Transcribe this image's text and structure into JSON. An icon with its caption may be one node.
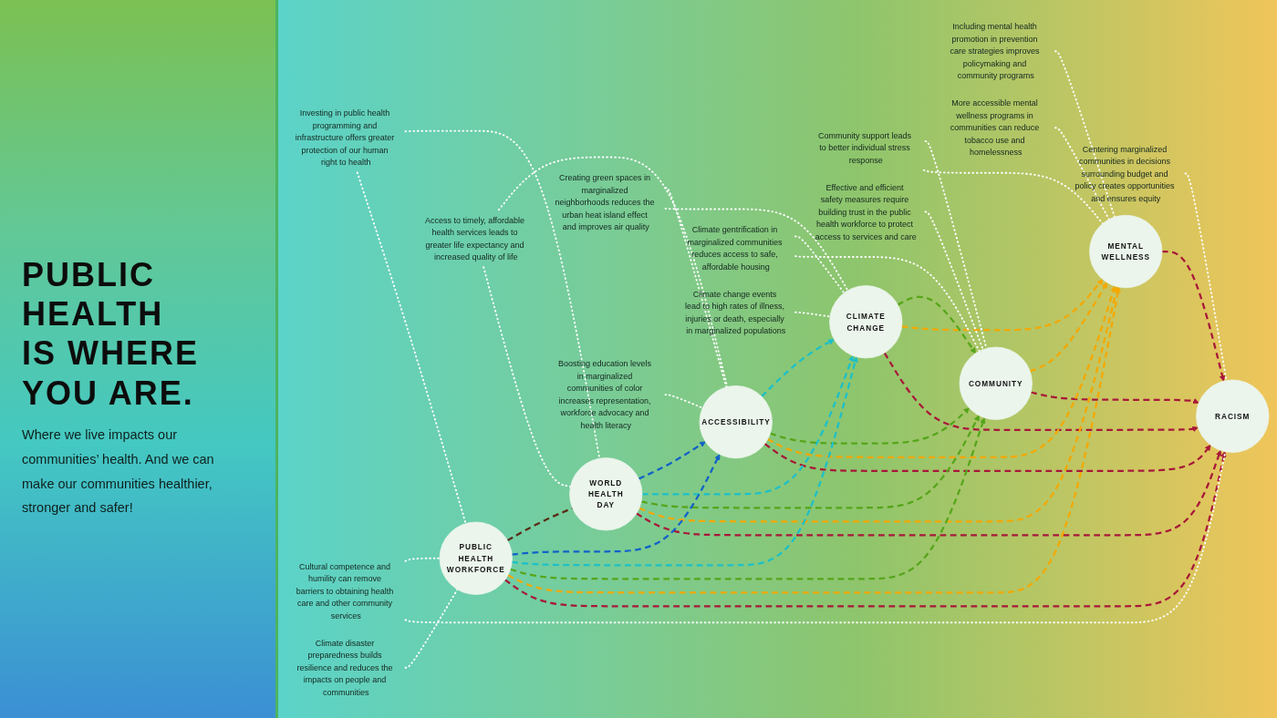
{
  "diagram": {
    "title": "PUBLIC HEALTH IS WHERE YOU ARE.",
    "nodes": [
      {
        "text": [
          "Centering marginalized communities in decisions surrounding budget and policy creates opportunities and ensures equity"
        ]
      },
      {
        "text": [
          "Including mental health promotion in prevention care strategies improves policymaking and community programs"
        ]
      },
      {
        "text": [
          "Cultural competence and humility can remove barriers to obtaining health care and other community services"
        ]
      },
      {
        "text": [
          "RACISM"
        ]
      },
      {
        "text": [
          "More accessible mental wellness programs in communities can reduce tobacco use and homelessness"
        ]
      },
      {
        "text": [
          "Climate disaster preparedness builds resilience and reduces the impacts on people and communities"
        ]
      },
      {
        "text": [
          "MENTAL WELLNESS"
        ]
      },
      {
        "text": [
          "PUBLIC HEALTH WORKFORCE"
        ]
      },
      {
        "text": [
          "Community support leads to better individual stress response"
        ]
      },
      {
        "text": [
          "Investing in public health programming and infrastructure offers greater protection of our human right to health"
        ]
      },
      {
        "text": [
          "COMMUNITY"
        ]
      },
      {
        "text": [
          "WORLD HEALTH DAY"
        ]
      },
      {
        "text": [
          "Effective and efficient safety measures require building trust in the public health workforce to protect access to services and care"
        ]
      },
      {
        "text": [
          "Access to timely, affordable health services leads to greater life expectancy and increased quality of life"
        ]
      },
      {
        "text": [
          "CLIMATE CHANGE"
        ]
      },
      {
        "text": [
          "ACCESSIBILITY"
        ]
      },
      {
        "text": [
          "Climate gentrification in marginalized communities reduces access to safe, affordable housing"
        ]
      },
      {
        "text": [
          "Climate change events lead to high rates of illness, injuries or death, especially in marginalized populations"
        ]
      },
      {
        "text": [
          "Creating green spaces in marginalized neighborhoods reduces the urban heat island effect and improves air quality"
        ]
      },
      {
        "text": [
          "Boosting education levels in marginalized communities of color increases representation, workforce advocacy and health literacy"
        ]
      }
    ],
    "edges": [
      {
        "from": 6,
        "to": 3,
        "arrow": "to",
        "style": "dashed",
        "color": "#a8173a"
      },
      {
        "from": 7,
        "to": 3,
        "arrow": "to",
        "style": "dashed",
        "color": "#a8173a"
      },
      {
        "from": 10,
        "to": 3,
        "arrow": "to",
        "style": "dashed",
        "color": "#a8173a"
      },
      {
        "from": 11,
        "to": 3,
        "arrow": "to",
        "style": "dashed",
        "color": "#a8173a"
      },
      {
        "from": 14,
        "to": 3,
        "arrow": "to",
        "style": "dashed",
        "color": "#a8173a"
      },
      {
        "from": 15,
        "to": 3,
        "arrow": "to",
        "style": "dashed",
        "color": "#a8173a"
      },
      {
        "from": 7,
        "to": 6,
        "arrow": "to",
        "style": "dashed",
        "color": "#f4a800"
      },
      {
        "from": 10,
        "to": 6,
        "arrow": "to",
        "style": "dashed",
        "color": "#f4a800"
      },
      {
        "from": 11,
        "to": 6,
        "arrow": "to",
        "style": "dashed",
        "color": "#f4a800"
      },
      {
        "from": 14,
        "to": 6,
        "arrow": "to",
        "style": "dashed",
        "color": "#f4a800"
      },
      {
        "from": 15,
        "to": 6,
        "arrow": "to",
        "style": "dashed",
        "color": "#f4a800"
      },
      {
        "from": 7,
        "to": 10,
        "arrow": "to",
        "style": "dashed",
        "color": "#56a51a"
      },
      {
        "from": 11,
        "to": 10,
        "arrow": "to",
        "style": "dashed",
        "color": "#56a51a"
      },
      {
        "from": 14,
        "to": 10,
        "arrow": "to",
        "style": "dashed",
        "color": "#56a51a"
      },
      {
        "from": 15,
        "to": 10,
        "arrow": "to",
        "style": "dashed",
        "color": "#56a51a"
      },
      {
        "from": 7,
        "to": 14,
        "arrow": "to",
        "style": "dashed",
        "color": "#1cc0c8"
      },
      {
        "from": 11,
        "to": 14,
        "arrow": "to",
        "style": "dashed",
        "color": "#1cc0c8"
      },
      {
        "from": 15,
        "to": 14,
        "arrow": "to",
        "style": "dashed",
        "color": "#1cc0c8"
      },
      {
        "from": 7,
        "to": 15,
        "arrow": "to",
        "style": "dashed",
        "color": "#1161c9"
      },
      {
        "from": 11,
        "to": 15,
        "arrow": "to",
        "style": "dashed",
        "color": "#1161c9"
      },
      {
        "from": 7,
        "to": 11,
        "arrow": "none",
        "style": "dashed",
        "color": "#5a2c17"
      },
      {
        "from": 0,
        "to": 3,
        "arrow": "none",
        "style": "dashed",
        "color": "#ffffff"
      },
      {
        "from": 1,
        "to": 6,
        "arrow": "none",
        "style": "dashed",
        "color": "#ffffff"
      },
      {
        "from": 2,
        "to": 3,
        "arrow": "none",
        "style": "dashed",
        "color": "#ffffff"
      },
      {
        "from": 2,
        "to": 7,
        "arrow": "none",
        "style": "dashed",
        "color": "#ffffff"
      },
      {
        "from": 4,
        "to": 6,
        "arrow": "none",
        "style": "dashed",
        "color": "#ffffff"
      },
      {
        "from": 5,
        "to": 7,
        "arrow": "none",
        "style": "dashed",
        "color": "#ffffff"
      },
      {
        "from": 8,
        "to": 6,
        "arrow": "none",
        "style": "dashed",
        "color": "#ffffff"
      },
      {
        "from": 8,
        "to": 10,
        "arrow": "none",
        "style": "dashed",
        "color": "#ffffff"
      },
      {
        "from": 9,
        "to": 7,
        "arrow": "none",
        "style": "dashed",
        "color": "#ffffff"
      },
      {
        "from": 9,
        "to": 11,
        "arrow": "none",
        "style": "dashed",
        "color": "#ffffff"
      },
      {
        "from": 12,
        "to": 10,
        "arrow": "none",
        "style": "dashed",
        "color": "#ffffff"
      },
      {
        "from": 13,
        "to": 11,
        "arrow": "none",
        "style": "dashed",
        "color": "#ffffff"
      },
      {
        "from": 13,
        "to": 15,
        "arrow": "none",
        "style": "dashed",
        "color": "#ffffff"
      },
      {
        "from": 16,
        "to": 10,
        "arrow": "none",
        "style": "dashed",
        "color": "#ffffff"
      },
      {
        "from": 16,
        "to": 14,
        "arrow": "none",
        "style": "dashed",
        "color": "#ffffff"
      },
      {
        "from": 17,
        "to": 14,
        "arrow": "none",
        "style": "dashed",
        "color": "#ffffff"
      },
      {
        "from": 18,
        "to": 14,
        "arrow": "none",
        "style": "dashed",
        "color": "#ffffff"
      },
      {
        "from": 18,
        "to": 15,
        "arrow": "none",
        "style": "dashed",
        "color": "#ffffff"
      },
      {
        "from": 19,
        "to": 15,
        "arrow": "none",
        "style": "dashed",
        "color": "#ffffff"
      }
    ],
    "labels": [
      "Where we live impacts our communities’ health. And we can make our communities healthier, stronger and safer!"
    ]
  }
}
